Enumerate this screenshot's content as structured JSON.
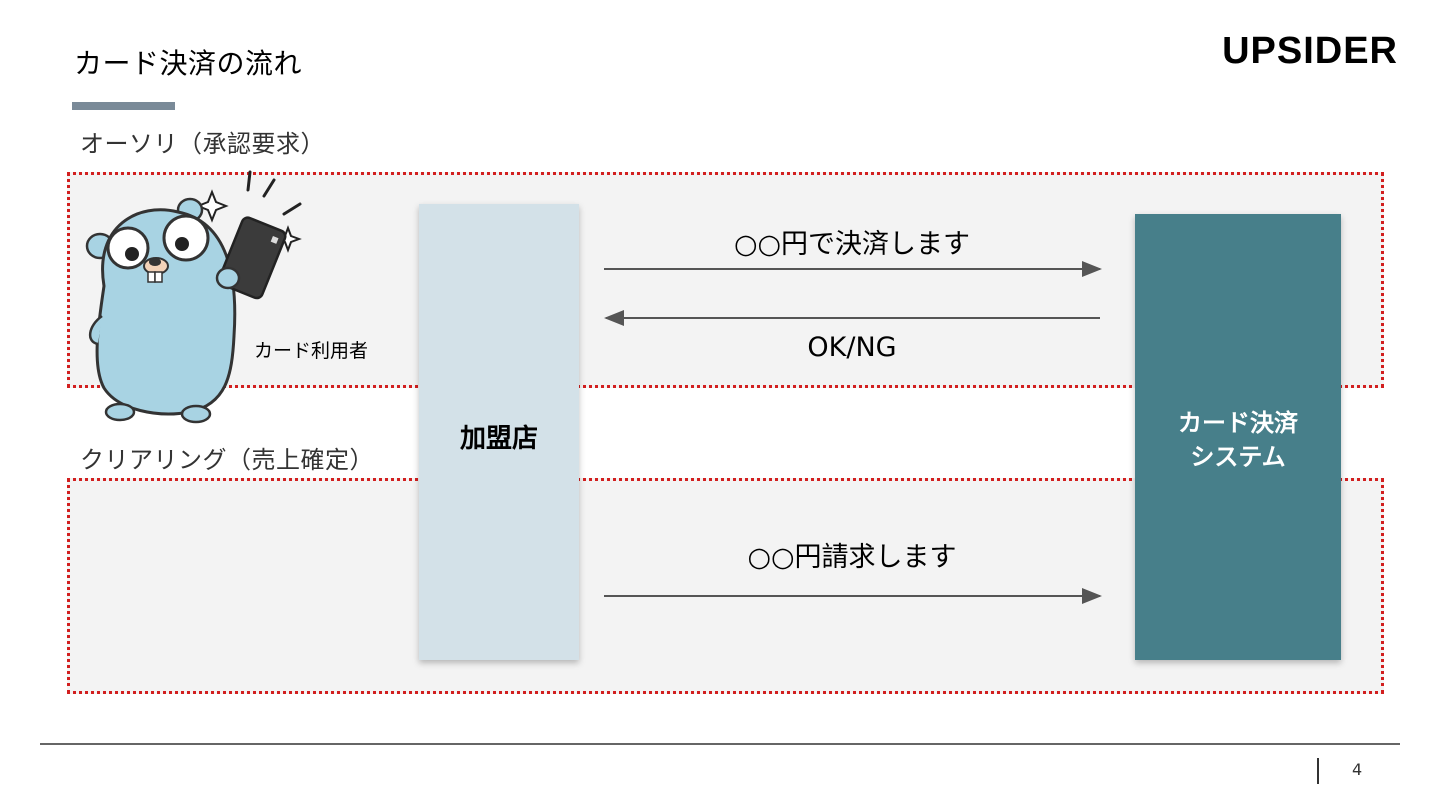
{
  "slide": {
    "title": "カード決済の流れ",
    "logo": "UPSIDER",
    "page_number": "4"
  },
  "sections": {
    "authorization": {
      "label": "オーソリ（承認要求）"
    },
    "clearing": {
      "label": "クリアリング（売上確定）"
    }
  },
  "actors": {
    "user": {
      "label": "カード利用者",
      "icon": "gopher-holding-card-icon"
    },
    "merchant": {
      "label": "加盟店"
    },
    "system": {
      "label_line1": "カード決済",
      "label_line2": "システム"
    }
  },
  "messages": {
    "auth_request": "○○円で決済します",
    "auth_response": "OK/NG",
    "clearing_request": "○○円請求します"
  },
  "colors": {
    "region_border": "#d21f1f",
    "merchant_box": "#d3e1e8",
    "system_box": "#477f8a",
    "title_accent": "#7a8a98"
  }
}
